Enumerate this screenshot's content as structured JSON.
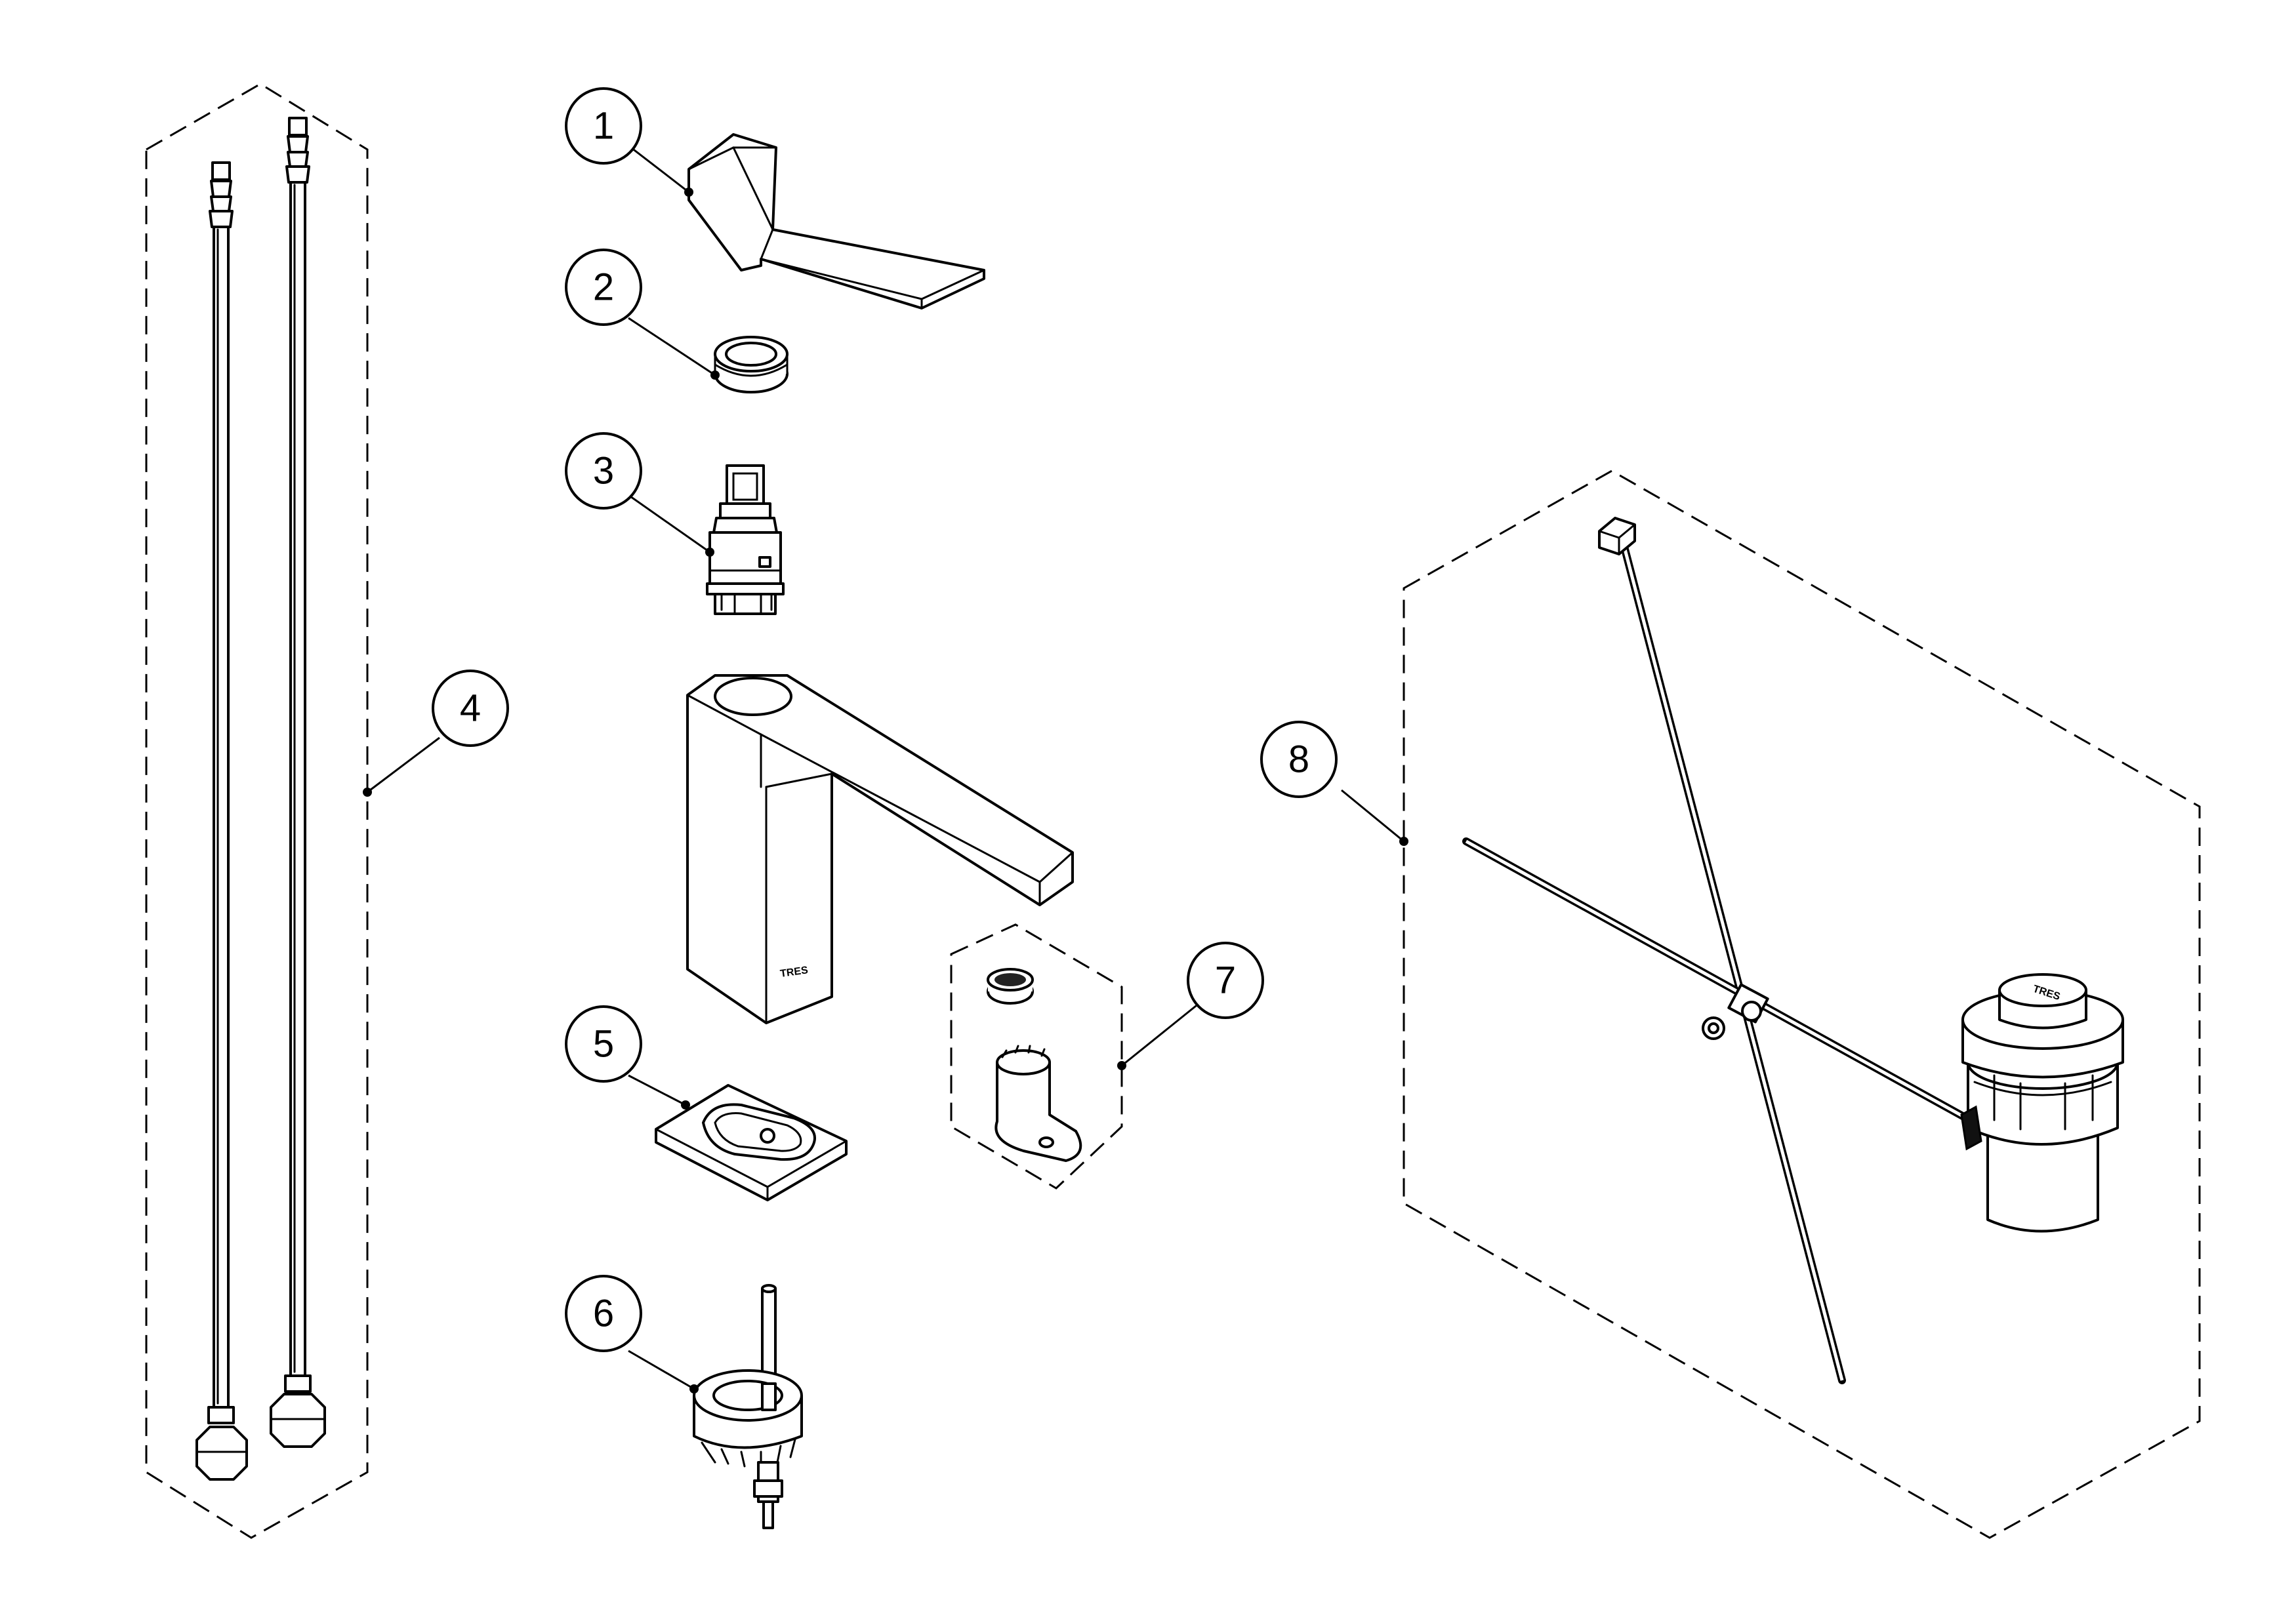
{
  "diagram": {
    "callouts": [
      {
        "id": "1",
        "label": "1"
      },
      {
        "id": "2",
        "label": "2"
      },
      {
        "id": "3",
        "label": "3"
      },
      {
        "id": "4",
        "label": "4"
      },
      {
        "id": "5",
        "label": "5"
      },
      {
        "id": "6",
        "label": "6"
      },
      {
        "id": "7",
        "label": "7"
      },
      {
        "id": "8",
        "label": "8"
      }
    ],
    "brand_marks": {
      "spout": "TRES",
      "drain_cap": "TRES"
    }
  },
  "colors": {
    "line": "#000000",
    "background": "#ffffff"
  }
}
